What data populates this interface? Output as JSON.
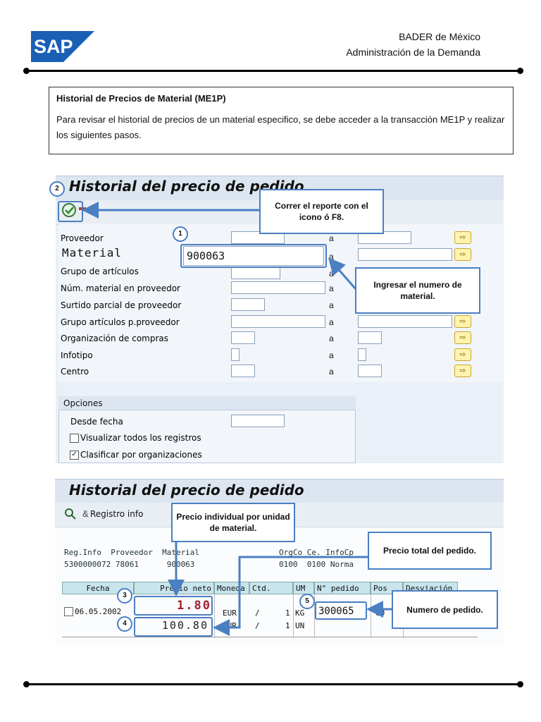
{
  "header": {
    "logo_text": "SAP",
    "company": "BADER de México",
    "department": "Administración de la Demanda"
  },
  "intro": {
    "title": "Historial de Precios de Material (ME1P)",
    "text": "Para revisar el historial de precios de un material especifico, se debe acceder a la transacción ME1P y realizar los siguientes pasos."
  },
  "selection_screen": {
    "title": "Historial del precio de pedido",
    "fields": [
      {
        "label": "Proveedor",
        "value": "",
        "to": "a"
      },
      {
        "label": "Material",
        "value": "900063",
        "to": "a"
      },
      {
        "label": "Grupo de artículos",
        "value": "",
        "to": "a"
      },
      {
        "label": "Núm. material en proveedor",
        "value": "",
        "to": "a"
      },
      {
        "label": "Surtido parcial de proveedor",
        "value": "",
        "to": "a"
      },
      {
        "label": "Grupo artículos p.proveedor",
        "value": "",
        "to": "a"
      },
      {
        "label": "Organización de compras",
        "value": "",
        "to": "a"
      },
      {
        "label": "Infotipo",
        "value": "",
        "to": "a"
      },
      {
        "label": "Centro",
        "value": "",
        "to": "a"
      }
    ],
    "options": {
      "title": "Opciones",
      "desde_fecha_label": "Desde fecha",
      "desde_fecha_value": "",
      "checkbox1_label": "Visualizar todos los registros",
      "checkbox1_checked": false,
      "checkbox2_label": "Clasificar por organizaciones",
      "checkbox2_checked": true,
      "check_mark": "✓"
    }
  },
  "result_screen": {
    "title": "Historial del precio de pedido",
    "toolbar_button": "Registro info",
    "info_header": "Reg.Info  Proveedor  Material",
    "info_header_right": "OrgCo Ce. InfoCp",
    "info_row": "5300000072 78061      900063",
    "info_row_right": "0100  0100 Norma",
    "columns": [
      "Fecha",
      "Precio neto",
      "Moneda",
      "Ctd.",
      "UM",
      "N° pedido",
      "Pos",
      "Desviación"
    ],
    "row1": {
      "fecha": "06.05.2002",
      "precio": "1.80",
      "moneda": "EUR",
      "sep": "/",
      "ctd": "1",
      "um": "KG",
      "pedido": "300065",
      "pos": "00"
    },
    "row2": {
      "precio": "100.80",
      "moneda": "EUR",
      "sep": "/",
      "ctd": "1",
      "um": "UN"
    }
  },
  "callouts": {
    "run_report": "Correr el reporte  con el icono ó F8.",
    "enter_material": "Ingresar el numero de material.",
    "unit_price": "Precio individual por unidad de material.",
    "total_price": "Precio total del pedido.",
    "order_number": "Numero de pedido."
  },
  "step_numbers": [
    "1",
    "2",
    "3",
    "4",
    "5"
  ],
  "colors": {
    "accent": "#4a7fc1",
    "sap_blue": "#1a5fb4"
  }
}
